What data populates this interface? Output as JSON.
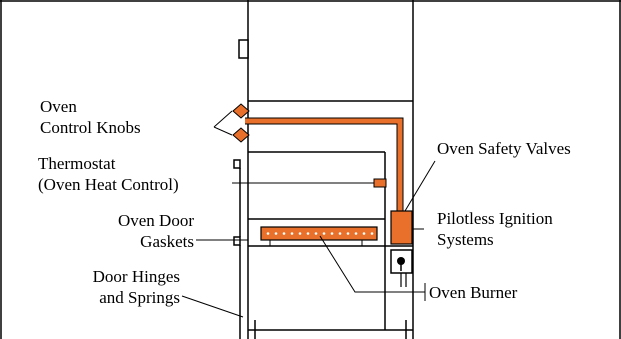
{
  "labels": {
    "oven_control_knobs": {
      "line1": "Oven",
      "line2": "Control Knobs"
    },
    "thermostat": {
      "line1": "Thermostat",
      "line2": "(Oven Heat Control)"
    },
    "oven_door_gaskets": {
      "line1": "Oven Door",
      "line2": "Gaskets"
    },
    "door_hinges": {
      "line1": "Door Hinges",
      "line2": "and Springs"
    },
    "oven_safety_valves": {
      "line1": "Oven Safety Valves"
    },
    "pilotless_ignition": {
      "line1": "Pilotless Ignition",
      "line2": "Systems"
    },
    "oven_burner": {
      "line1": "Oven Burner"
    }
  },
  "colors": {
    "accent": "#e8702a",
    "line": "#000000",
    "background": "#ffffff"
  }
}
